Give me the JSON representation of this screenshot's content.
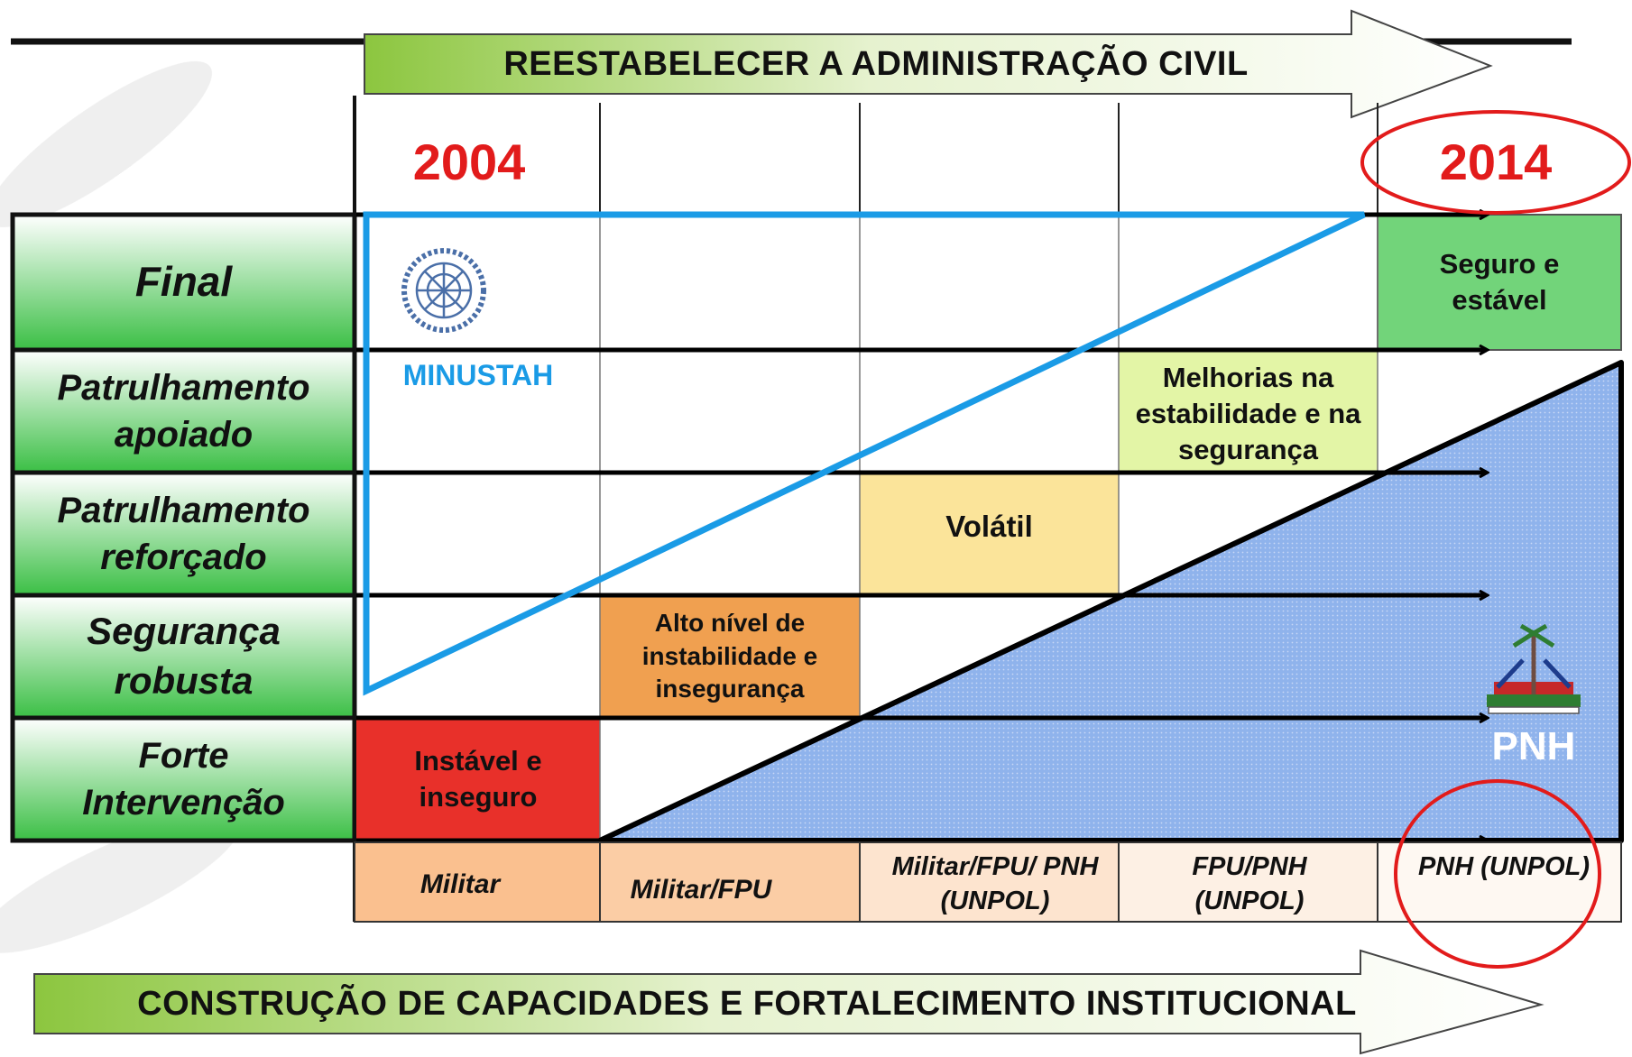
{
  "banners": {
    "top": "REESTABELECER A ADMINISTRAÇÃO CIVIL",
    "bottom": "CONSTRUÇÃO DE CAPACIDADES E FORTALECIMENTO INSTITUCIONAL"
  },
  "years": {
    "start": "2004",
    "end": "2014"
  },
  "rows": [
    {
      "label": "Final"
    },
    {
      "label": "Patrulhamento apoiado"
    },
    {
      "label": "Patrulhamento reforçado"
    },
    {
      "label": "Segurança robusta"
    },
    {
      "label": "Forte Intervenção"
    }
  ],
  "states": [
    {
      "label": "Instável e inseguro",
      "color": "#e8302a"
    },
    {
      "label": "Alto nível de instabilidade e insegurança",
      "color": "#f0a050"
    },
    {
      "label": "Volátil",
      "color": "#fbe49a"
    },
    {
      "label": "Melhorias na estabilidade e na segurança",
      "color": "#e3f5a6"
    },
    {
      "label": "Seguro e estável",
      "color": "#72d47a"
    }
  ],
  "forces": [
    {
      "label": "Militar"
    },
    {
      "label": "Militar/FPU"
    },
    {
      "label": "Militar/FPU/ PNH (UNPOL)"
    },
    {
      "label": "FPU/PNH (UNPOL)"
    },
    {
      "label": "PNH (UNPOL)"
    }
  ],
  "minustah": {
    "label": "MINUSTAH",
    "color": "#1a9be6",
    "icon": "un-emblem-icon"
  },
  "pnh": {
    "label": "PNH",
    "color": "#ffffff",
    "icon": "haiti-coat-of-arms-icon",
    "fill": "#8fb3ec"
  },
  "highlight_color": "#e21b1b"
}
